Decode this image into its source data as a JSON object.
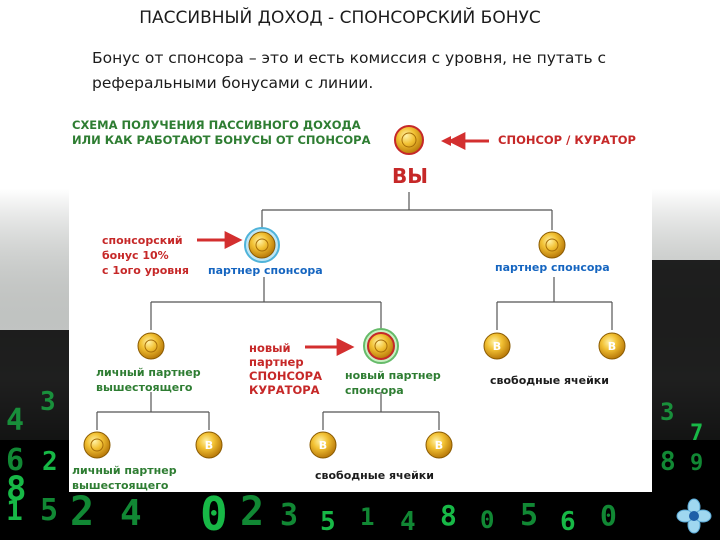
{
  "slide": {
    "title": "ПАССИВНЫЙ ДОХОД - СПОНСОРСКИЙ БОНУС",
    "lead": "Бонус от спонсора – это и есть комиссия с уровня, не путать с реферальными бонусами с линии."
  },
  "diagram": {
    "heading": "СХЕМА ПОЛУЧЕНИЯ ПАССИВНОГО ДОХОДА\nИЛИ КАК РАБОТАЮТ БОНУСЫ ОТ СПОНСОРА",
    "sponsor_label": "СПОНСОР / КУРАТОР",
    "you_label": "ВЫ",
    "sponsor_bonus_note": "спонсорский\nбонус 10%\nс 1ого уровня",
    "partner_left_label": "партнер спонсора",
    "partner_right_label": "партнер спонсора",
    "new_partner_note": "новый\nпартнер\nСПОНСОРА\nКУРАТОРА",
    "new_partner_label": "новый партнер\nспонсора",
    "personal_partner_label_1": "личный партнер\nвышестоящего",
    "personal_partner_label_2": "личный партнер\nвышестоящего",
    "free_cells_label_1": "свободные ячейки",
    "free_cells_label_2": "свободные ячейки",
    "coin_symbol": "B"
  },
  "background": {
    "digits": [
      "8",
      "5",
      "6",
      "2",
      "4",
      "3",
      "1",
      "2",
      "4",
      "0",
      "2",
      "3",
      "5",
      "1",
      "4",
      "8",
      "0",
      "5",
      "6",
      "0",
      "8",
      "7",
      "9",
      "3"
    ]
  },
  "colors": {
    "accent_red": "#c62828",
    "accent_green": "#2e7d32",
    "accent_blue": "#1565c0",
    "coin_gold": "#e2a914",
    "matrix_green": "#19c24a"
  },
  "icons": [
    "coin-icon",
    "arrow-right-icon",
    "arrow-left-icon",
    "flower-logo-icon"
  ]
}
